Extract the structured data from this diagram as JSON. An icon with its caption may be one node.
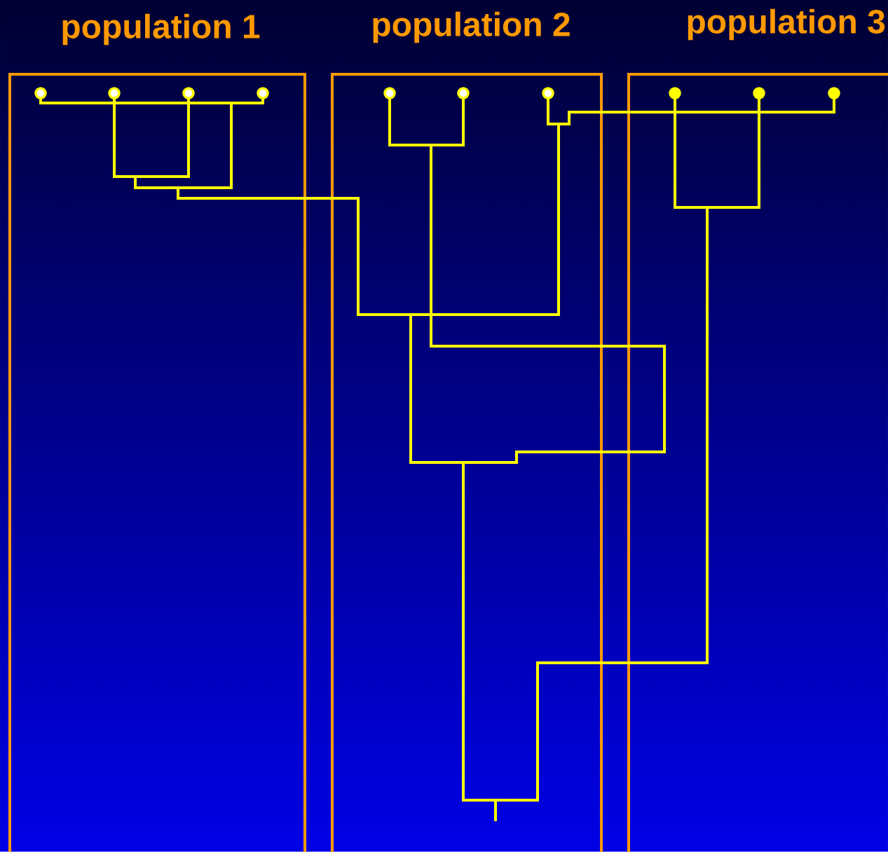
{
  "diagram": {
    "nodes": [
      {
        "text": [
          "population 1"
        ]
      },
      {
        "text": [
          "population 2"
        ]
      },
      {
        "text": [
          "population 3"
        ]
      },
      {
        "text": [],
        "shape": "circle",
        "in": 0
      },
      {
        "text": [],
        "shape": "circle",
        "in": 0
      },
      {
        "text": [],
        "shape": "circle",
        "in": 0
      },
      {
        "text": [],
        "shape": "circle",
        "in": 0
      },
      {
        "text": [],
        "shape": "circle",
        "in": 1
      },
      {
        "text": [],
        "shape": "circle",
        "in": 1
      },
      {
        "text": [],
        "shape": "circle",
        "in": 1
      },
      {
        "text": [],
        "shape": "circle",
        "in": 2
      },
      {
        "text": [],
        "shape": "circle",
        "in": 2
      },
      {
        "text": [],
        "shape": "circle",
        "in": 2
      }
    ],
    "edges": [
      {
        "from": 3,
        "to": null,
        "arrow": "none"
      },
      {
        "from": 4,
        "to": null,
        "arrow": "none"
      },
      {
        "from": 5,
        "to": null,
        "arrow": "none"
      },
      {
        "from": 6,
        "to": null,
        "arrow": "none"
      },
      {
        "from": 7,
        "to": null,
        "arrow": "none"
      },
      {
        "from": 8,
        "to": null,
        "arrow": "none"
      },
      {
        "from": 9,
        "to": null,
        "arrow": "none"
      },
      {
        "from": 10,
        "to": null,
        "arrow": "none"
      },
      {
        "from": 11,
        "to": null,
        "arrow": "none"
      },
      {
        "from": 12,
        "to": null,
        "arrow": "none"
      }
    ]
  }
}
